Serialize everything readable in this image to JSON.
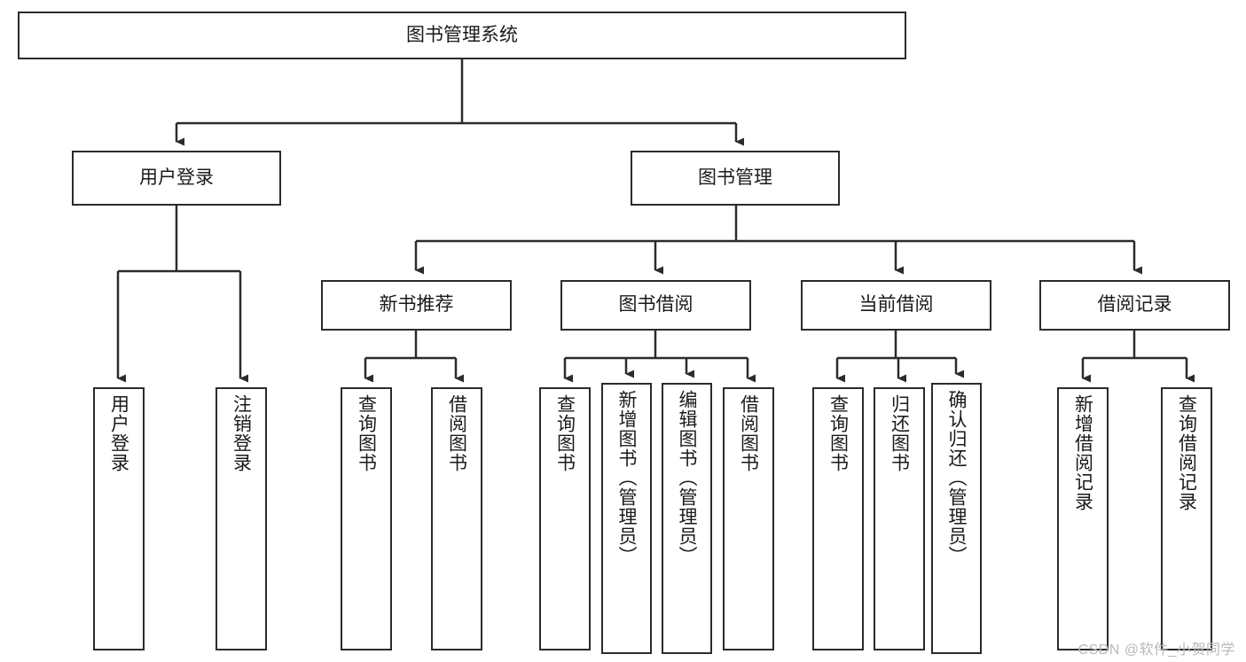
{
  "diagram": {
    "type": "tree-hierarchy",
    "title": "图书管理系统",
    "watermark": "CSDN @软件_小贺同学",
    "colors": {
      "node_border": "#2b2b2b",
      "node_fill": "#ffffff",
      "edge": "#2b2b2b",
      "text": "#1a1a1a",
      "watermark": "#b8b8b8",
      "background": "#ffffff"
    },
    "nodes": {
      "root": {
        "label": "图书管理系统",
        "level": 0
      },
      "user_login": {
        "label": "用户登录",
        "level": 1
      },
      "book_manage": {
        "label": "图书管理",
        "level": 1
      },
      "new_book_rec": {
        "label": "新书推荐",
        "level": 2
      },
      "book_borrow": {
        "label": "图书借阅",
        "level": 2
      },
      "current_borrow": {
        "label": "当前借阅",
        "level": 2
      },
      "borrow_record": {
        "label": "借阅记录",
        "level": 2
      },
      "leaf_user_login": {
        "label": "用户登录",
        "level": 2
      },
      "leaf_logout": {
        "label": "注销登录",
        "level": 2
      },
      "leaf_query_book_1": {
        "label": "查询图书",
        "level": 3
      },
      "leaf_borrow_book_1": {
        "label": "借阅图书",
        "level": 3
      },
      "leaf_query_book_2": {
        "label": "查询图书",
        "level": 3
      },
      "leaf_add_book_admin": {
        "label": "新增图书（管理员）",
        "level": 3
      },
      "leaf_edit_book_admin": {
        "label": "编辑图书（管理员）",
        "level": 3
      },
      "leaf_borrow_book_2": {
        "label": "借阅图书",
        "level": 3
      },
      "leaf_query_book_3": {
        "label": "查询图书",
        "level": 3
      },
      "leaf_return_book": {
        "label": "归还图书",
        "level": 3
      },
      "leaf_confirm_return_admin": {
        "label": "确认归还（管理员）",
        "level": 3
      },
      "leaf_add_borrow_record": {
        "label": "新增借阅记录",
        "level": 3
      },
      "leaf_query_borrow_record": {
        "label": "查询借阅记录",
        "level": 3
      }
    },
    "edges": [
      {
        "from": "root",
        "to": "user_login"
      },
      {
        "from": "root",
        "to": "book_manage"
      },
      {
        "from": "user_login",
        "to": "leaf_user_login"
      },
      {
        "from": "user_login",
        "to": "leaf_logout"
      },
      {
        "from": "book_manage",
        "to": "new_book_rec"
      },
      {
        "from": "book_manage",
        "to": "book_borrow"
      },
      {
        "from": "book_manage",
        "to": "current_borrow"
      },
      {
        "from": "book_manage",
        "to": "borrow_record"
      },
      {
        "from": "new_book_rec",
        "to": "leaf_query_book_1"
      },
      {
        "from": "new_book_rec",
        "to": "leaf_borrow_book_1"
      },
      {
        "from": "book_borrow",
        "to": "leaf_query_book_2"
      },
      {
        "from": "book_borrow",
        "to": "leaf_add_book_admin"
      },
      {
        "from": "book_borrow",
        "to": "leaf_edit_book_admin"
      },
      {
        "from": "book_borrow",
        "to": "leaf_borrow_book_2"
      },
      {
        "from": "current_borrow",
        "to": "leaf_query_book_3"
      },
      {
        "from": "current_borrow",
        "to": "leaf_return_book"
      },
      {
        "from": "current_borrow",
        "to": "leaf_confirm_return_admin"
      },
      {
        "from": "borrow_record",
        "to": "leaf_add_borrow_record"
      },
      {
        "from": "borrow_record",
        "to": "leaf_query_borrow_record"
      }
    ]
  }
}
